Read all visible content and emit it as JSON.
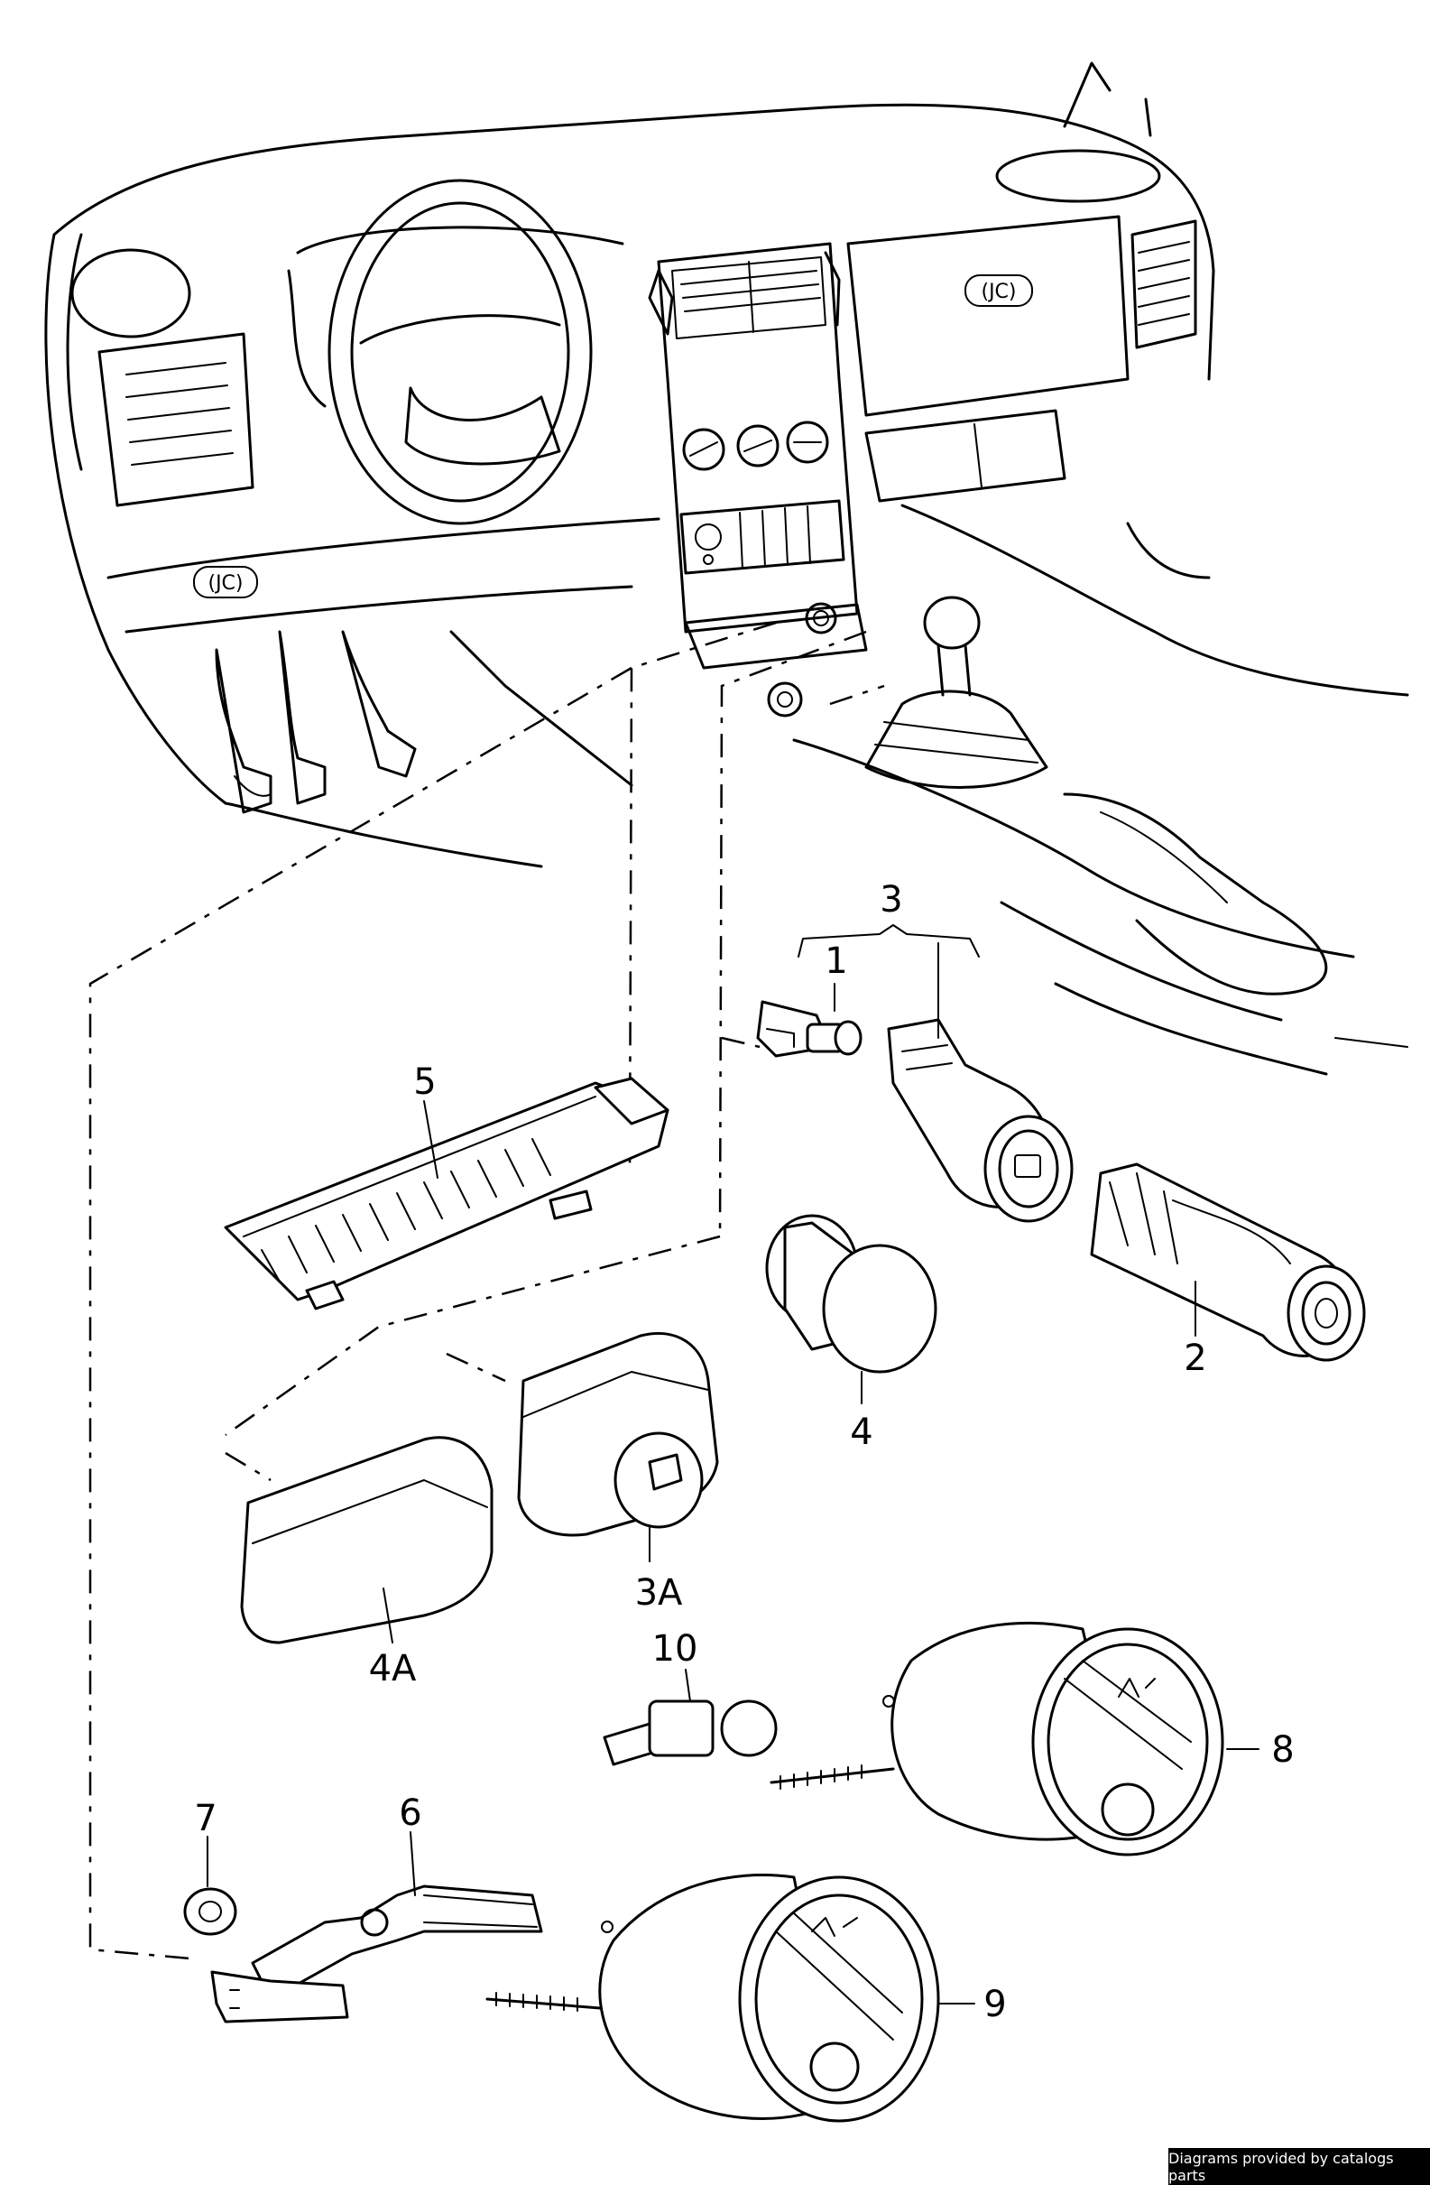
{
  "callouts": {
    "c1": "1",
    "c2": "2",
    "c3": "3",
    "c3a": "3A",
    "c4": "4",
    "c4a": "4A",
    "c5": "5",
    "c6": "6",
    "c7": "7",
    "c8": "8",
    "c9": "9",
    "c10": "10"
  },
  "dash_labels": {
    "left_tag": "(JC)",
    "right_tag": "(JC)"
  },
  "footer": {
    "credit": "Diagrams provided by catalogs parts"
  }
}
